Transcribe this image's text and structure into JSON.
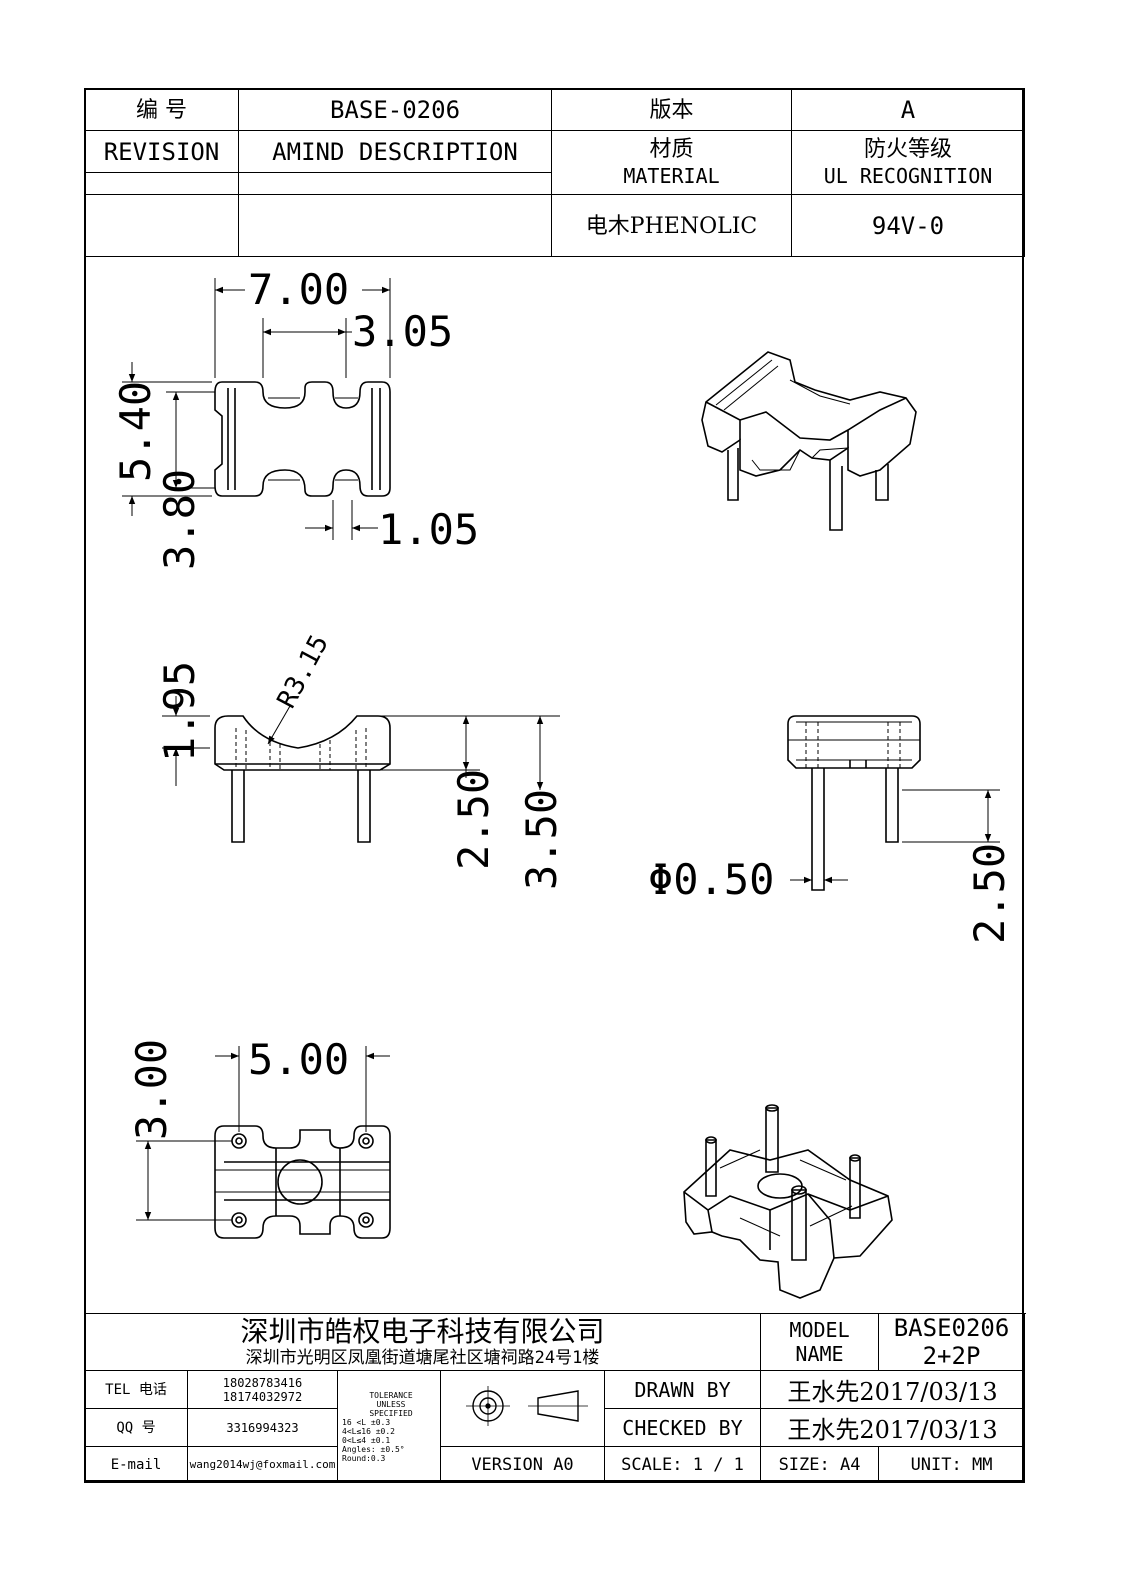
{
  "header": {
    "number_label": "编  号",
    "number_value": "BASE-0206",
    "version_label": "版本",
    "version_value": "A",
    "revision_label": "REVISION",
    "amind_label": "AMIND DESCRIPTION",
    "material_label_cn": "材质",
    "material_label_en": "MATERIAL",
    "fire_label_cn": "防火等级",
    "fire_label_en": "UL RECOGNITION",
    "material_value": "电木PHENOLIC",
    "fire_value": "94V-0"
  },
  "dimensions": {
    "top_view": {
      "width": "7.00",
      "inner": "3.05",
      "height": "5.40",
      "inner_height": "3.80",
      "slot": "1.05"
    },
    "front_view": {
      "radius": "R3.15",
      "top": "1.95",
      "body": "2.50",
      "total": "3.50"
    },
    "side_view": {
      "pin_dia": "Φ0.50",
      "pin_len": "2.50"
    },
    "bottom_view": {
      "pin_pitch_x": "5.00",
      "pin_pitch_y": "3.00"
    }
  },
  "footer": {
    "company_cn": "深圳市皓权电子科技有限公司",
    "address": "深圳市光明区凤凰街道塘尾社区塘祠路24号1楼",
    "tel_label": "TEL 电话",
    "tel_1": "18028783416",
    "tel_2": "18174032972",
    "qq_label": "QQ  号",
    "qq_value": "3316994323",
    "email_label": "E-mail",
    "email_value": "wang2014wj@foxmail.com",
    "tolerance": [
      "TOLERANCE",
      "UNLESS",
      "SPECIFIED",
      "16 <L       ±0.3",
      "4<L≤16      ±0.2",
      "0<L≤4       ±0.1",
      "Angles: ±0.5°",
      "Round:0.3"
    ],
    "version": "VERSION A0",
    "model_label": "MODEL NAME",
    "model_value": "BASE0206 2+2P",
    "drawn_label": "DRAWN BY",
    "drawn_value": "王水先2017/03/13",
    "checked_label": "CHECKED BY",
    "checked_value": "王水先2017/03/13",
    "scale": "SCALE: 1 / 1",
    "size": "SIZE: A4",
    "unit": "UNIT: MM"
  }
}
